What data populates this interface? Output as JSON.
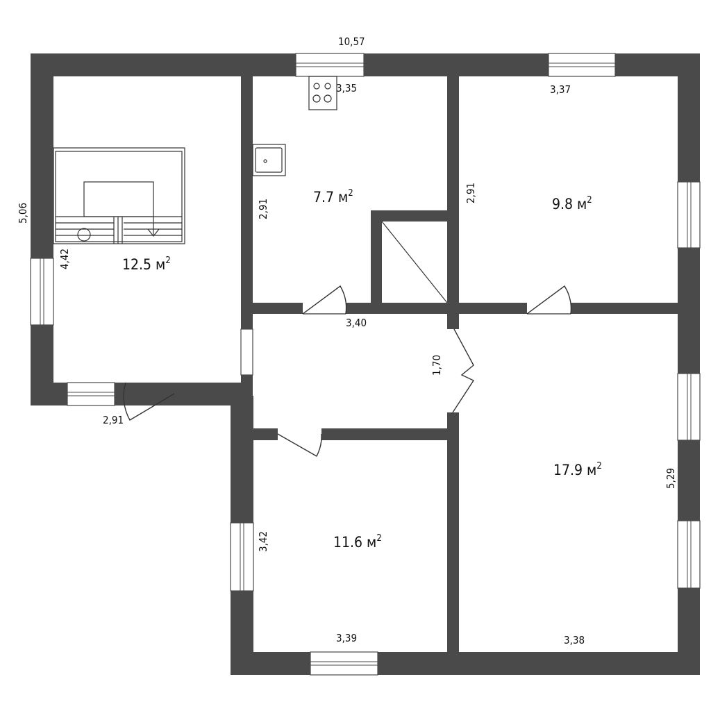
{
  "plan": {
    "rooms": [
      {
        "id": "room-left",
        "area": "12.5 м",
        "sup": "2"
      },
      {
        "id": "kitchen",
        "area": "7.7 м",
        "sup": "2"
      },
      {
        "id": "room-top-right",
        "area": "9.8 м",
        "sup": "2"
      },
      {
        "id": "room-large",
        "area": "17.9 м",
        "sup": "2"
      },
      {
        "id": "room-bottom",
        "area": "11.6 м",
        "sup": "2"
      }
    ],
    "dimensions": {
      "overall_width": "10,57",
      "left_height": "5,06",
      "stair_height": "4,42",
      "left_bottom": "2,91",
      "kitchen_top": "3,35",
      "kitchen_side": "2,91",
      "hall_width": "3,40",
      "hall_depth": "1,70",
      "top_right_width": "3,37",
      "top_right_side": "2,91",
      "large_side": "5,29",
      "large_bottom": "3,38",
      "bottom_side": "3,42",
      "bottom_width": "3,39"
    }
  }
}
